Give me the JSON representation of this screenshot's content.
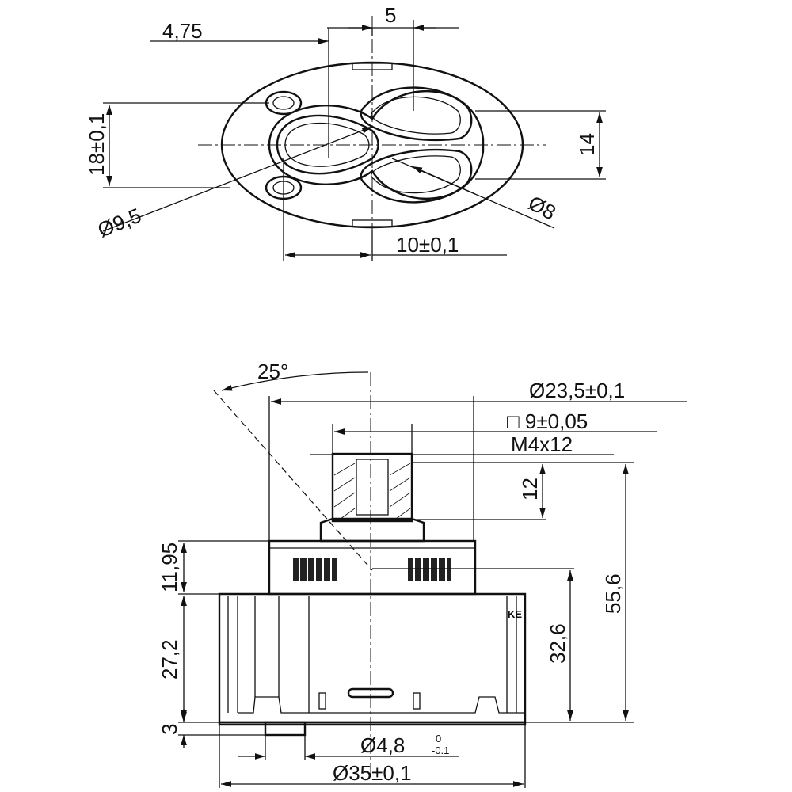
{
  "top_view": {
    "dim_4_75": "4,75",
    "dim_5": "5",
    "dim_18": "18±0,1",
    "dim_14": "14",
    "dim_d9_5": "Ø9,5",
    "dim_d8": "Ø8",
    "dim_10": "10±0,1"
  },
  "side_view": {
    "angle": "25°",
    "dim_d23_5": "Ø23,5±0,1",
    "dim_sq9": "□ 9±0,05",
    "dim_thread": "M4x12",
    "dim_12": "12",
    "dim_55_6": "55,6",
    "dim_32_6": "32,6",
    "dim_11_95": "11,95",
    "dim_27_2": "27,2",
    "dim_3": "3",
    "dim_d4_8": "Ø4,8",
    "tol_upper": "0",
    "tol_lower": "-0.1",
    "dim_d35": "Ø35±0,1",
    "marking": "KE"
  }
}
